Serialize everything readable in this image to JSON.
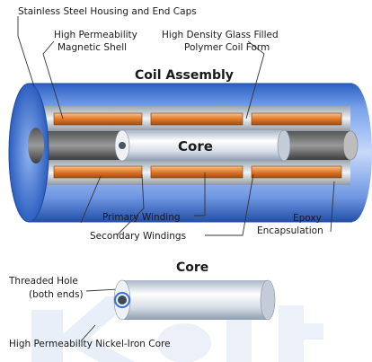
{
  "labels": {
    "housing": "Stainless Steel Housing and End Caps",
    "shell_line1": "High Permeability",
    "shell_line2": "Magnetic Shell",
    "coilform_line1": "High Density Glass Filled",
    "coilform_line2": "Polymer Coil Form",
    "assembly_title": "Coil Assembly",
    "core_inner": "Core",
    "primary": "Primary Winding",
    "secondary": "Secondary Windings",
    "epoxy_line1": "Epoxy",
    "epoxy_line2": "Encapsulation",
    "core_title": "Core",
    "threaded_line1": "Threaded Hole",
    "threaded_line2": "(both ends)",
    "core_material": "High Permeability Nickel-Iron Core"
  },
  "colors": {
    "housing_blue": "#3b6fd1",
    "shell_silver": "#d8dde3",
    "winding_orange": "#e07a2a",
    "core_silver": "#e8ecf1",
    "watermark": "#dfe8f5"
  }
}
